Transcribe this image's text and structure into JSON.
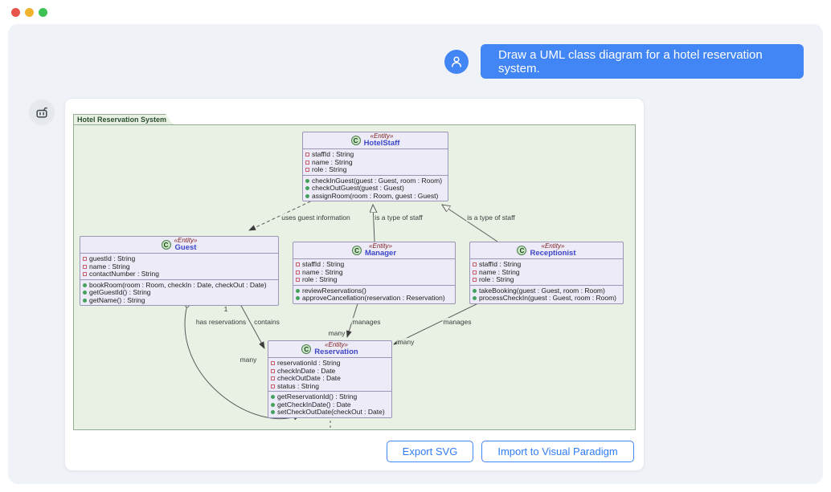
{
  "window": {
    "traffic_lights": [
      {
        "name": "close",
        "color": "#e8544c"
      },
      {
        "name": "minimize",
        "color": "#f0b32c"
      },
      {
        "name": "maximize",
        "color": "#3dc253"
      }
    ]
  },
  "chat": {
    "user_message": "Draw a UML class diagram for a hotel reservation system.",
    "accent_color": "#4285f4"
  },
  "diagram": {
    "frame_title": "Hotel Reservation System",
    "classes": [
      {
        "icon": "C",
        "stereotype": "«Entity»",
        "name": "HotelStaff",
        "attributes": [
          "staffId : String",
          "name : String",
          "role : String"
        ],
        "operations": [
          "checkInGuest(guest : Guest, room : Room)",
          "checkOutGuest(guest : Guest)",
          "assignRoom(room : Room, guest : Guest)"
        ]
      },
      {
        "icon": "C",
        "stereotype": "«Entity»",
        "name": "Guest",
        "attributes": [
          "guestId : String",
          "name : String",
          "contactNumber : String"
        ],
        "operations": [
          "bookRoom(room : Room, checkIn : Date, checkOut : Date)",
          "getGuestId() : String",
          "getName() : String"
        ]
      },
      {
        "icon": "C",
        "stereotype": "«Entity»",
        "name": "Manager",
        "attributes": [
          "staffId : String",
          "name : String",
          "role : String"
        ],
        "operations": [
          "reviewReservations()",
          "approveCancellation(reservation : Reservation)"
        ]
      },
      {
        "icon": "C",
        "stereotype": "«Entity»",
        "name": "Receptionist",
        "attributes": [
          "staffId : String",
          "name : String",
          "role : String"
        ],
        "operations": [
          "takeBooking(guest : Guest, room : Room)",
          "processCheckIn(guest : Guest, room : Room)"
        ]
      },
      {
        "icon": "C",
        "stereotype": "«Entity»",
        "name": "Reservation",
        "attributes": [
          "reservationId : String",
          "checkInDate : Date",
          "checkOutDate : Date",
          "status : String"
        ],
        "operations": [
          "getReservationId() : String",
          "getCheckInDate() : Date",
          "setCheckOutDate(checkOut : Date)"
        ]
      }
    ],
    "edge_labels": {
      "uses_guest_information": "uses guest information",
      "is_a_type_of_staff": "is a type of staff",
      "has_reservations": "has reservations",
      "contains": "contains",
      "manages": "manages",
      "many": "many",
      "one": "1"
    },
    "colors": {
      "frame_bg": "#e9f1e5",
      "frame_border": "#94ad94",
      "class_bg": "#edebf7",
      "class_border": "#9a96b8",
      "class_name_text": "#3c46c8",
      "stereotype_text": "#7a1b1b"
    }
  },
  "actions": {
    "export_svg": "Export SVG",
    "import_vp": "Import to Visual Paradigm"
  }
}
